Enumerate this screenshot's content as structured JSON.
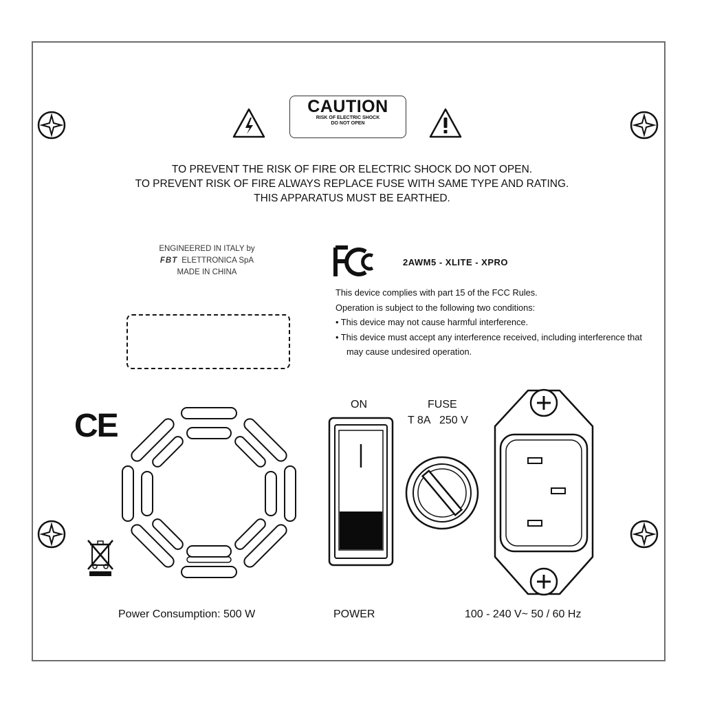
{
  "caution": {
    "title": "CAUTION",
    "line1": "RISK OF ELECTRIC SHOCK",
    "line2": "DO NOT OPEN"
  },
  "warnings": [
    "TO PREVENT THE RISK OF FIRE OR ELECTRIC SHOCK DO NOT OPEN.",
    "TO PREVENT RISK OF FIRE ALWAYS REPLACE FUSE WITH SAME TYPE AND RATING.",
    "THIS APPARATUS MUST BE EARTHED."
  ],
  "origin": {
    "line1": "ENGINEERED IN ITALY by",
    "brand": "FBT",
    "company": "ELETTRONICA SpA",
    "line3": "MADE IN CHINA"
  },
  "fcc": {
    "logo": "FC",
    "id": "2AWM5 - XLITE - XPRO",
    "line1": "This device complies with part 15 of the FCC Rules.",
    "line2": "Operation is subject to the following two conditions:",
    "bullet1": "• This device may not cause harmful interference.",
    "bullet2": "• This device must accept any interference received, including interference that may cause undesired operation."
  },
  "ce_mark": "CE",
  "switch": {
    "on_label": "ON",
    "power_label": "POWER"
  },
  "fuse": {
    "label": "FUSE",
    "rating": "T 8A   250 V"
  },
  "power": {
    "consumption": "Power Consumption: 500 W",
    "input": "100 - 240 V~ 50 / 60 Hz"
  },
  "icons": [
    "screw-icon",
    "lightning-warning-icon",
    "exclamation-warning-icon",
    "fcc-logo-icon",
    "ce-mark-icon",
    "weee-bin-icon",
    "vent-grille-icon",
    "rocker-switch-icon",
    "fuse-holder-icon",
    "iec-inlet-icon"
  ]
}
